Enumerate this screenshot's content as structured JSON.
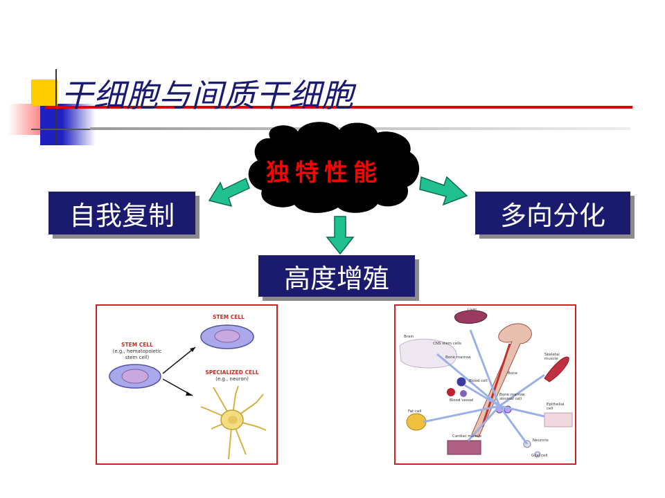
{
  "title": "干细胞与间质干细胞",
  "cloud": {
    "label": "独特性能"
  },
  "boxes": {
    "self_renewal": "自我复制",
    "differentiation": "多向分化",
    "proliferation": "高度增殖"
  },
  "left_panel": {
    "stem_cell_top": "STEM CELL",
    "stem_cell_left": "STEM CELL",
    "stem_cell_example_1": "(e.g., hematopoietic",
    "stem_cell_example_2": "stem cell)",
    "specialized_cell": "SPECIALIZED CELL",
    "specialized_example": "(e.g., neuron)"
  },
  "right_panel": {
    "liver": "Liver",
    "brain": "Brain",
    "cns_stem_cells": "CNS stem cells",
    "bone_marrow": "Bone marrow",
    "bone": "Bone",
    "skeletal_muscle": "Skeletal muscle",
    "blood_cell": "Blood cell",
    "blood_vessel": "Blood vessel",
    "bone_marrow_stromal_cell": "Bone marrow stromal cell",
    "fat_cell": "Fat cell",
    "epithelial_cell": "Epithelial cell",
    "cardiac_muscle": "Cardiac muscle",
    "neurons": "Neurons",
    "glial_cell": "Glial cell"
  },
  "colors": {
    "box_bg": "#1a1a6e",
    "arrow_fill": "#20c090",
    "cloud_fill": "#000000",
    "cloud_text": "#ff0000",
    "panel_border": "#cc2222",
    "title_line": "#e00000"
  }
}
